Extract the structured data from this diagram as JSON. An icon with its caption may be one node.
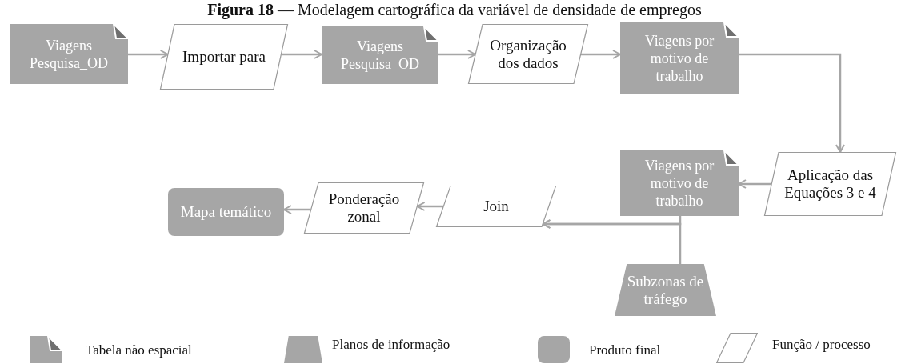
{
  "diagram": {
    "title": "**Figura 18** — Modelagem cartográfica da variável de densidade de empregos",
    "nodes": [
      {
        "text": [
          "Viagens Pesquisa_OD"
        ]
      },
      {
        "text": [
          "Importar para"
        ]
      },
      {
        "text": [
          "Viagens Pesquisa_OD"
        ]
      },
      {
        "text": [
          "Organização dos dados"
        ]
      },
      {
        "text": [
          "Viagens por motivo de trabalho"
        ]
      },
      {
        "text": [
          "Aplicação das Equações 3 e 4"
        ]
      },
      {
        "text": [
          "Viagens por motivo de trabalho"
        ]
      },
      {
        "text": [
          "Join"
        ]
      },
      {
        "text": [
          "Ponderação zonal"
        ]
      },
      {
        "text": [
          "Mapa temático"
        ]
      },
      {
        "text": [
          "Subzonas de tráfego"
        ]
      }
    ],
    "edges": [
      {
        "from": 0,
        "to": 1,
        "arrow": "to"
      },
      {
        "from": 1,
        "to": 2,
        "arrow": "to"
      },
      {
        "from": 2,
        "to": 3,
        "arrow": "to"
      },
      {
        "from": 3,
        "to": 4,
        "arrow": "to"
      },
      {
        "from": 4,
        "to": 5,
        "arrow": "to"
      },
      {
        "from": 5,
        "to": 6,
        "arrow": "to"
      },
      {
        "from": 6,
        "to": 7,
        "arrow": "to"
      },
      {
        "from": 10,
        "to": 7,
        "arrow": "to"
      },
      {
        "from": 7,
        "to": 8,
        "arrow": "to"
      },
      {
        "from": 8,
        "to": 9,
        "arrow": "to"
      }
    ],
    "legend": [
      {
        "text": "Tabela não espacial"
      },
      {
        "text": "Planos de informação"
      },
      {
        "text": "Produto final"
      },
      {
        "text": "Função / processo"
      }
    ]
  }
}
